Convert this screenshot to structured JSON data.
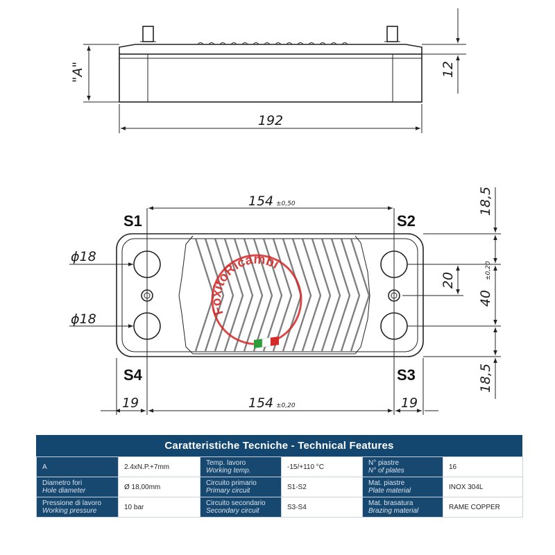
{
  "drawing": {
    "top_view": {
      "dim_A": "\"A\"",
      "dim_height": "12",
      "dim_length": "192"
    },
    "front_view": {
      "ports": {
        "s1": "S1",
        "s2": "S2",
        "s3": "S3",
        "s4": "S4"
      },
      "dim_top_span": "154",
      "dim_top_tol": "±0,50",
      "dim_bottom_span": "154",
      "dim_bottom_tol": "±0,20",
      "dim_left_margin": "19",
      "dim_right_margin": "19",
      "hole_dia_top": "ϕ18",
      "hole_dia_bottom": "ϕ18",
      "dim_top_offset": "18,5",
      "dim_bottom_offset": "18,5",
      "dim_port_spacing": "40",
      "dim_port_spacing_tol": "±0,20",
      "dim_half_spacing": "20"
    },
    "logo": {
      "text": "FoxitoRicambi",
      "colors": [
        "#2e9e3a",
        "#ffffff",
        "#d42a2a"
      ]
    }
  },
  "features": {
    "title": "Caratteristiche Tecniche - Technical Features",
    "rows": [
      [
        {
          "label": "A",
          "label_en": "",
          "value": "2.4xN.P.+7mm"
        },
        {
          "label": "Temp. lavoro",
          "label_en": "Working temp.",
          "value": "-15/+110 °C"
        },
        {
          "label": "N° piastre",
          "label_en": "N° of plates",
          "value": "16"
        }
      ],
      [
        {
          "label": "Diametro fori",
          "label_en": "Hole diameter",
          "value": "Ø 18,00mm"
        },
        {
          "label": "Circuito primario",
          "label_en": "Primary circuit",
          "value": "S1-S2"
        },
        {
          "label": "Mat. piastre",
          "label_en": "Plate material",
          "value": "INOX 304L"
        }
      ],
      [
        {
          "label": "Pressione di lavoro",
          "label_en": "Working pressure",
          "value": "10 bar"
        },
        {
          "label": "Circuito secondario",
          "label_en": "Secondary circuit",
          "value": "S3-S4"
        },
        {
          "label": "Mat. brasatura",
          "label_en": "Brazing material",
          "value": "RAME COPPER"
        }
      ]
    ],
    "colors": {
      "header": "#14476f",
      "label_bg": "#17486f"
    }
  }
}
